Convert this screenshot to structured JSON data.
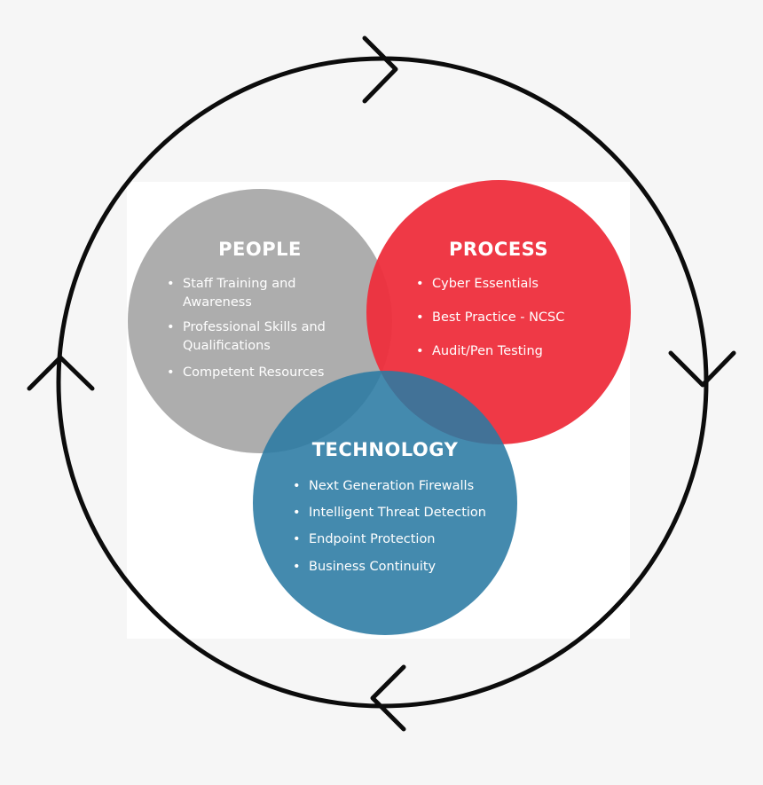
{
  "colors": {
    "background": "#f6f6f6",
    "panel": "#ffffff",
    "cycle": "#0c0c0c",
    "people": "#a6a6a6",
    "process": "#ee2e3c",
    "technology": "#2f7ea6"
  },
  "people": {
    "title": "PEOPLE",
    "items": [
      "Staff Training and Awareness",
      "Professional Skills and Qualifications",
      "Competent Resources"
    ]
  },
  "process": {
    "title": "PROCESS",
    "items": [
      "Cyber Essentials",
      "Best Practice - NCSC",
      "Audit/Pen Testing"
    ]
  },
  "technology": {
    "title": "TECHNOLOGY",
    "items": [
      "Next Generation Firewalls",
      "Intelligent Threat Detection",
      "Endpoint Protection",
      "Business Continuity"
    ]
  }
}
